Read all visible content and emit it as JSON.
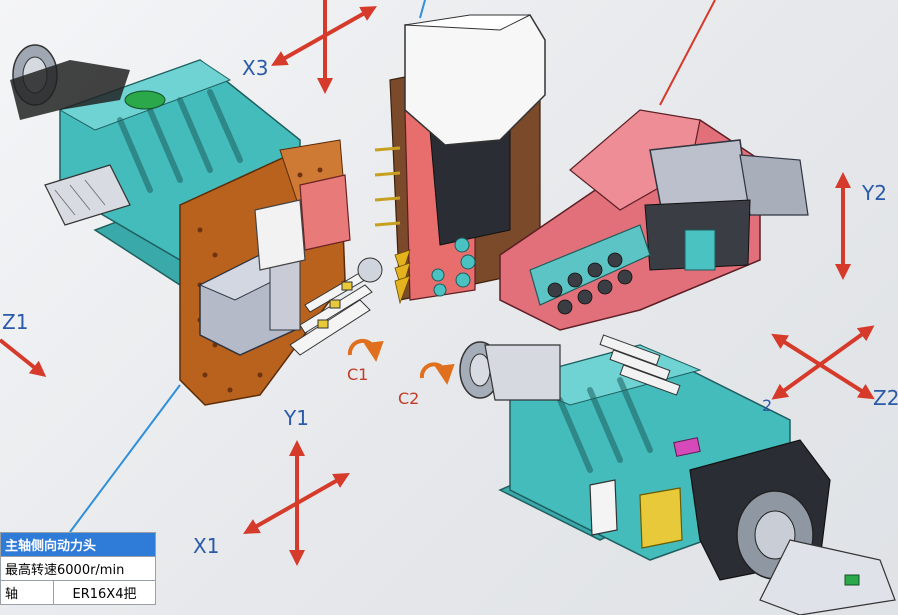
{
  "axes": {
    "x3": "X3",
    "z1": "Z1",
    "y1": "Y1",
    "x1": "X1",
    "c1": "C1",
    "c2": "C2",
    "y2": "Y2",
    "z2": "Z2",
    "partial_2": "2"
  },
  "spec_table": {
    "title": "主轴侧向动力头",
    "speed": "最高转速6000r/min",
    "row_label": "轴",
    "row_value": "ER16X4把"
  },
  "colors": {
    "arrow": "#d63a2a",
    "teal": "#3fb7b7",
    "salmon": "#e87a7a",
    "brown": "#b8621e",
    "gray": "#b9bdc8",
    "steel": "#9ea6b4",
    "blue_header": "#2f7bd8"
  }
}
